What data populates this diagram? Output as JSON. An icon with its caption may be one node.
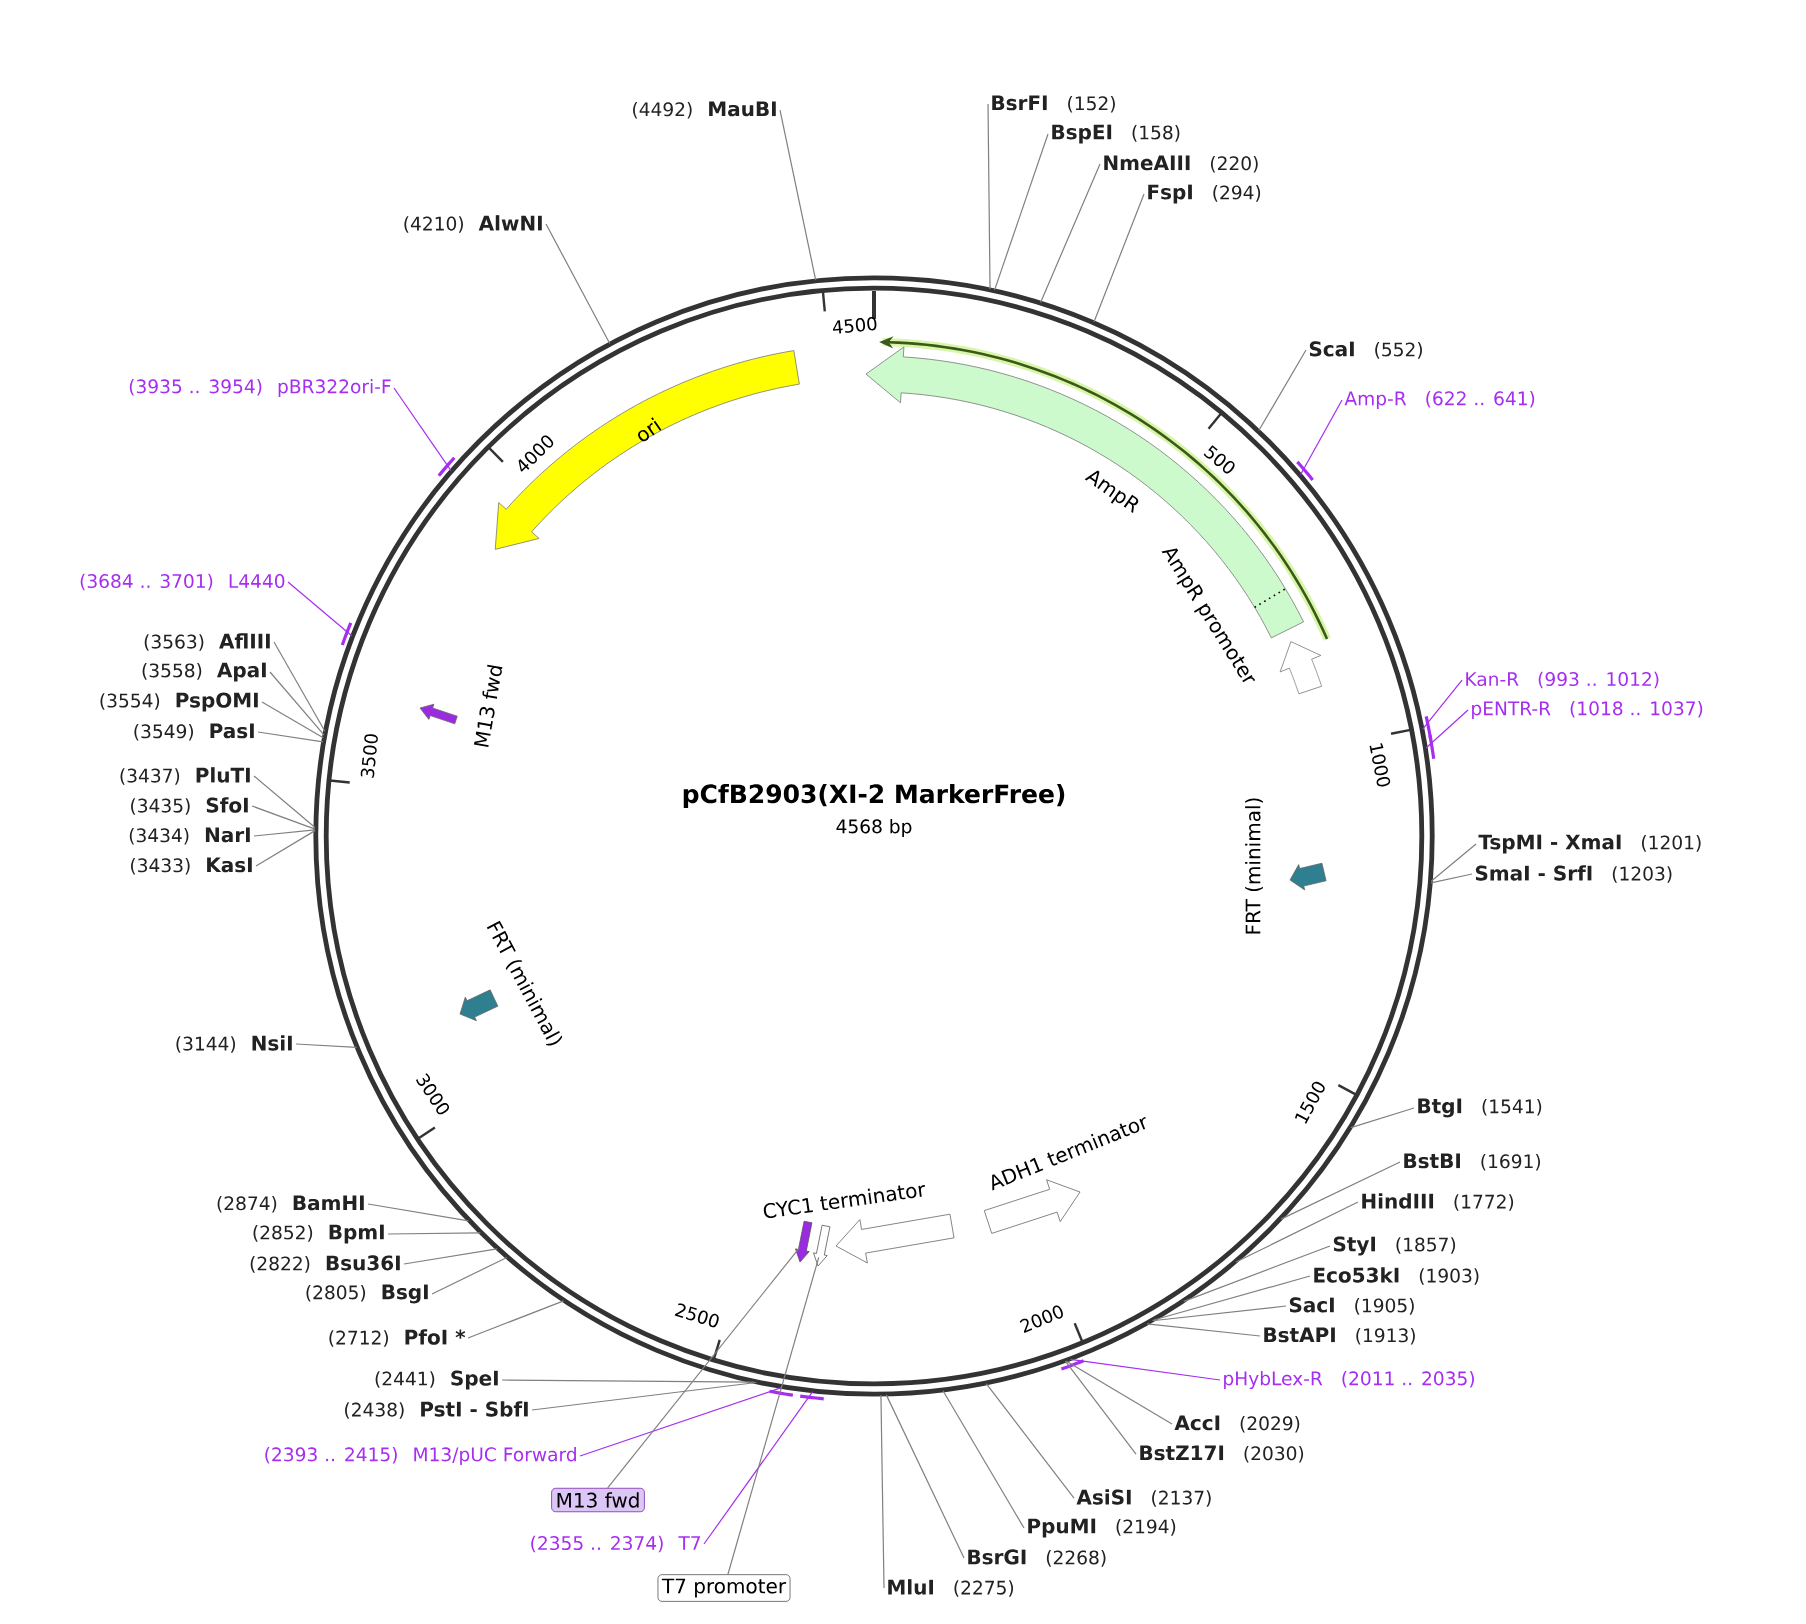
{
  "diagram": {
    "title": "pCfB2903(XI-2 MarkerFree)",
    "nodes": [
      {
        "text": [
          "(4492)",
          "MauBI"
        ]
      },
      {
        "text": [
          "BsrFI",
          "(152)"
        ]
      },
      {
        "text": [
          "BspEI",
          "(158)"
        ]
      },
      {
        "text": [
          "NmeAIII",
          "(220)"
        ]
      },
      {
        "text": [
          "FspI",
          "(294)"
        ]
      },
      {
        "text": [
          "(4210)",
          "AlwNI"
        ]
      },
      {
        "text": [
          "ScaI",
          "(552)"
        ]
      },
      {
        "text": [
          "(3935 .. 3954)",
          "pBR322ori-F"
        ]
      },
      {
        "text": [
          "Amp-R",
          "(622 .. 641)"
        ]
      },
      {
        "text": [
          "(3684 .. 3701)",
          "L4440"
        ]
      },
      {
        "text": [
          "(3563)",
          "AflIII"
        ]
      },
      {
        "text": [
          "(3558)",
          "ApaI"
        ]
      },
      {
        "text": [
          "(3554)",
          "PspOMI"
        ]
      },
      {
        "text": [
          "(3549)",
          "PasI"
        ]
      },
      {
        "text": [
          "Kan-R",
          "(993 .. 1012)"
        ]
      },
      {
        "text": [
          "pENTR-R",
          "(1018 .. 1037)"
        ]
      },
      {
        "text": [
          "(3437)",
          "PluTI"
        ]
      },
      {
        "text": [
          "(3435)",
          "SfoI"
        ]
      },
      {
        "text": [
          "(3434)",
          "NarI"
        ]
      },
      {
        "text": [
          "(3433)",
          "KasI"
        ]
      },
      {
        "text": [
          "TspMI - XmaI",
          "(1201)"
        ]
      },
      {
        "text": [
          "SmaI - SrfI",
          "(1203)"
        ]
      },
      {
        "text": [
          "(3144)",
          "NsiI"
        ]
      },
      {
        "text": [
          "BtgI",
          "(1541)"
        ]
      },
      {
        "text": [
          "BstBI",
          "(1691)"
        ]
      },
      {
        "text": [
          "HindIII",
          "(1772)"
        ]
      },
      {
        "text": [
          "(2874)",
          "BamHI"
        ]
      },
      {
        "text": [
          "(2852)",
          "BpmI"
        ]
      },
      {
        "text": [
          "StyI",
          "(1857)"
        ]
      },
      {
        "text": [
          "(2822)",
          "Bsu36I"
        ]
      },
      {
        "text": [
          "Eco53kI",
          "(1903)"
        ]
      },
      {
        "text": [
          "(2805)",
          "BsgI"
        ]
      },
      {
        "text": [
          "SacI",
          "(1905)"
        ]
      },
      {
        "text": [
          "BstAPI",
          "(1913)"
        ]
      },
      {
        "text": [
          "(2712)",
          "PfoI *"
        ]
      },
      {
        "text": [
          "pHybLex-R",
          "(2011 .. 2035)"
        ]
      },
      {
        "text": [
          "(2441)",
          "SpeI"
        ]
      },
      {
        "text": [
          "(2438)",
          "PstI - SbfI"
        ]
      },
      {
        "text": [
          "AccI",
          "(2029)"
        ]
      },
      {
        "text": [
          "BstZ17I",
          "(2030)"
        ]
      },
      {
        "text": [
          "(2393 .. 2415)",
          "M13/pUC Forward"
        ]
      },
      {
        "text": [
          "M13 fwd"
        ]
      },
      {
        "text": [
          "AsiSI",
          "(2137)"
        ]
      },
      {
        "text": [
          "(2355 .. 2374)",
          "T7"
        ]
      },
      {
        "text": [
          "PpuMI",
          "(2194)"
        ]
      },
      {
        "text": [
          "BsrGI",
          "(2268)"
        ]
      },
      {
        "text": [
          "T7 promoter"
        ]
      },
      {
        "text": [
          "MluI",
          "(2275)"
        ]
      },
      {
        "text": [
          "ori"
        ]
      },
      {
        "text": [
          "AmpR"
        ]
      },
      {
        "text": [
          "AmpR promoter"
        ]
      },
      {
        "text": [
          "M13 fwd"
        ]
      },
      {
        "text": [
          "FRT (minimal)"
        ]
      },
      {
        "text": [
          "FRT (minimal)"
        ]
      },
      {
        "text": [
          "CYC1 terminator"
        ]
      },
      {
        "text": [
          "ADH1 terminator"
        ]
      },
      {
        "text": [],
        "shape": "arrow"
      },
      {
        "text": [],
        "shape": "arrow"
      }
    ],
    "edges": [
      {
        "from": 0,
        "to": null,
        "arrow": "none"
      },
      {
        "from": 1,
        "to": null,
        "arrow": "none"
      },
      {
        "from": 2,
        "to": null,
        "arrow": "none"
      },
      {
        "from": 3,
        "to": null,
        "arrow": "none"
      },
      {
        "from": 4,
        "to": null,
        "arrow": "none"
      },
      {
        "from": 5,
        "to": null,
        "arrow": "none"
      },
      {
        "from": 6,
        "to": null,
        "arrow": "none"
      },
      {
        "from": 7,
        "to": null,
        "arrow": "none",
        "color": "#a52ef0"
      },
      {
        "from": 8,
        "to": null,
        "arrow": "none",
        "color": "#a52ef0"
      },
      {
        "from": 9,
        "to": null,
        "arrow": "none",
        "color": "#a52ef0"
      },
      {
        "from": 10,
        "to": null,
        "arrow": "none"
      },
      {
        "from": 11,
        "to": null,
        "arrow": "none"
      },
      {
        "from": 12,
        "to": null,
        "arrow": "none"
      },
      {
        "from": 13,
        "to": null,
        "arrow": "none"
      },
      {
        "from": 14,
        "to": null,
        "arrow": "none",
        "color": "#a52ef0"
      },
      {
        "from": 15,
        "to": null,
        "arrow": "none",
        "color": "#a52ef0"
      },
      {
        "from": 16,
        "to": null,
        "arrow": "none"
      },
      {
        "from": 17,
        "to": null,
        "arrow": "none"
      },
      {
        "from": 18,
        "to": null,
        "arrow": "none"
      },
      {
        "from": 19,
        "to": null,
        "arrow": "none"
      },
      {
        "from": 20,
        "to": null,
        "arrow": "none"
      },
      {
        "from": 21,
        "to": null,
        "arrow": "none"
      },
      {
        "from": 22,
        "to": null,
        "arrow": "none"
      },
      {
        "from": 23,
        "to": null,
        "arrow": "none"
      },
      {
        "from": 24,
        "to": null,
        "arrow": "none"
      },
      {
        "from": 25,
        "to": null,
        "arrow": "none"
      },
      {
        "from": 26,
        "to": null,
        "arrow": "none"
      },
      {
        "from": 27,
        "to": null,
        "arrow": "none"
      },
      {
        "from": 28,
        "to": null,
        "arrow": "none"
      },
      {
        "from": 29,
        "to": null,
        "arrow": "none"
      },
      {
        "from": 30,
        "to": null,
        "arrow": "none"
      },
      {
        "from": 31,
        "to": null,
        "arrow": "none"
      },
      {
        "from": 32,
        "to": null,
        "arrow": "none"
      },
      {
        "from": 33,
        "to": null,
        "arrow": "none"
      },
      {
        "from": 34,
        "to": null,
        "arrow": "none"
      },
      {
        "from": 35,
        "to": null,
        "arrow": "none",
        "color": "#a52ef0"
      },
      {
        "from": 36,
        "to": null,
        "arrow": "none"
      },
      {
        "from": 37,
        "to": null,
        "arrow": "none"
      },
      {
        "from": 38,
        "to": null,
        "arrow": "none"
      },
      {
        "from": 39,
        "to": null,
        "arrow": "none"
      },
      {
        "from": 40,
        "to": null,
        "arrow": "none",
        "color": "#a52ef0"
      },
      {
        "from": 41,
        "to": 56,
        "arrow": "none"
      },
      {
        "from": 42,
        "to": null,
        "arrow": "none"
      },
      {
        "from": 43,
        "to": null,
        "arrow": "none",
        "color": "#a52ef0"
      },
      {
        "from": 44,
        "to": null,
        "arrow": "none"
      },
      {
        "from": 45,
        "to": null,
        "arrow": "none"
      },
      {
        "from": 46,
        "to": 57,
        "arrow": "none"
      },
      {
        "from": 47,
        "to": null,
        "arrow": "none"
      }
    ],
    "labels": [
      "4568 bp",
      "500",
      "1000",
      "1500",
      "2000",
      "2500",
      "3000",
      "3500",
      "4000",
      "4500"
    ]
  }
}
